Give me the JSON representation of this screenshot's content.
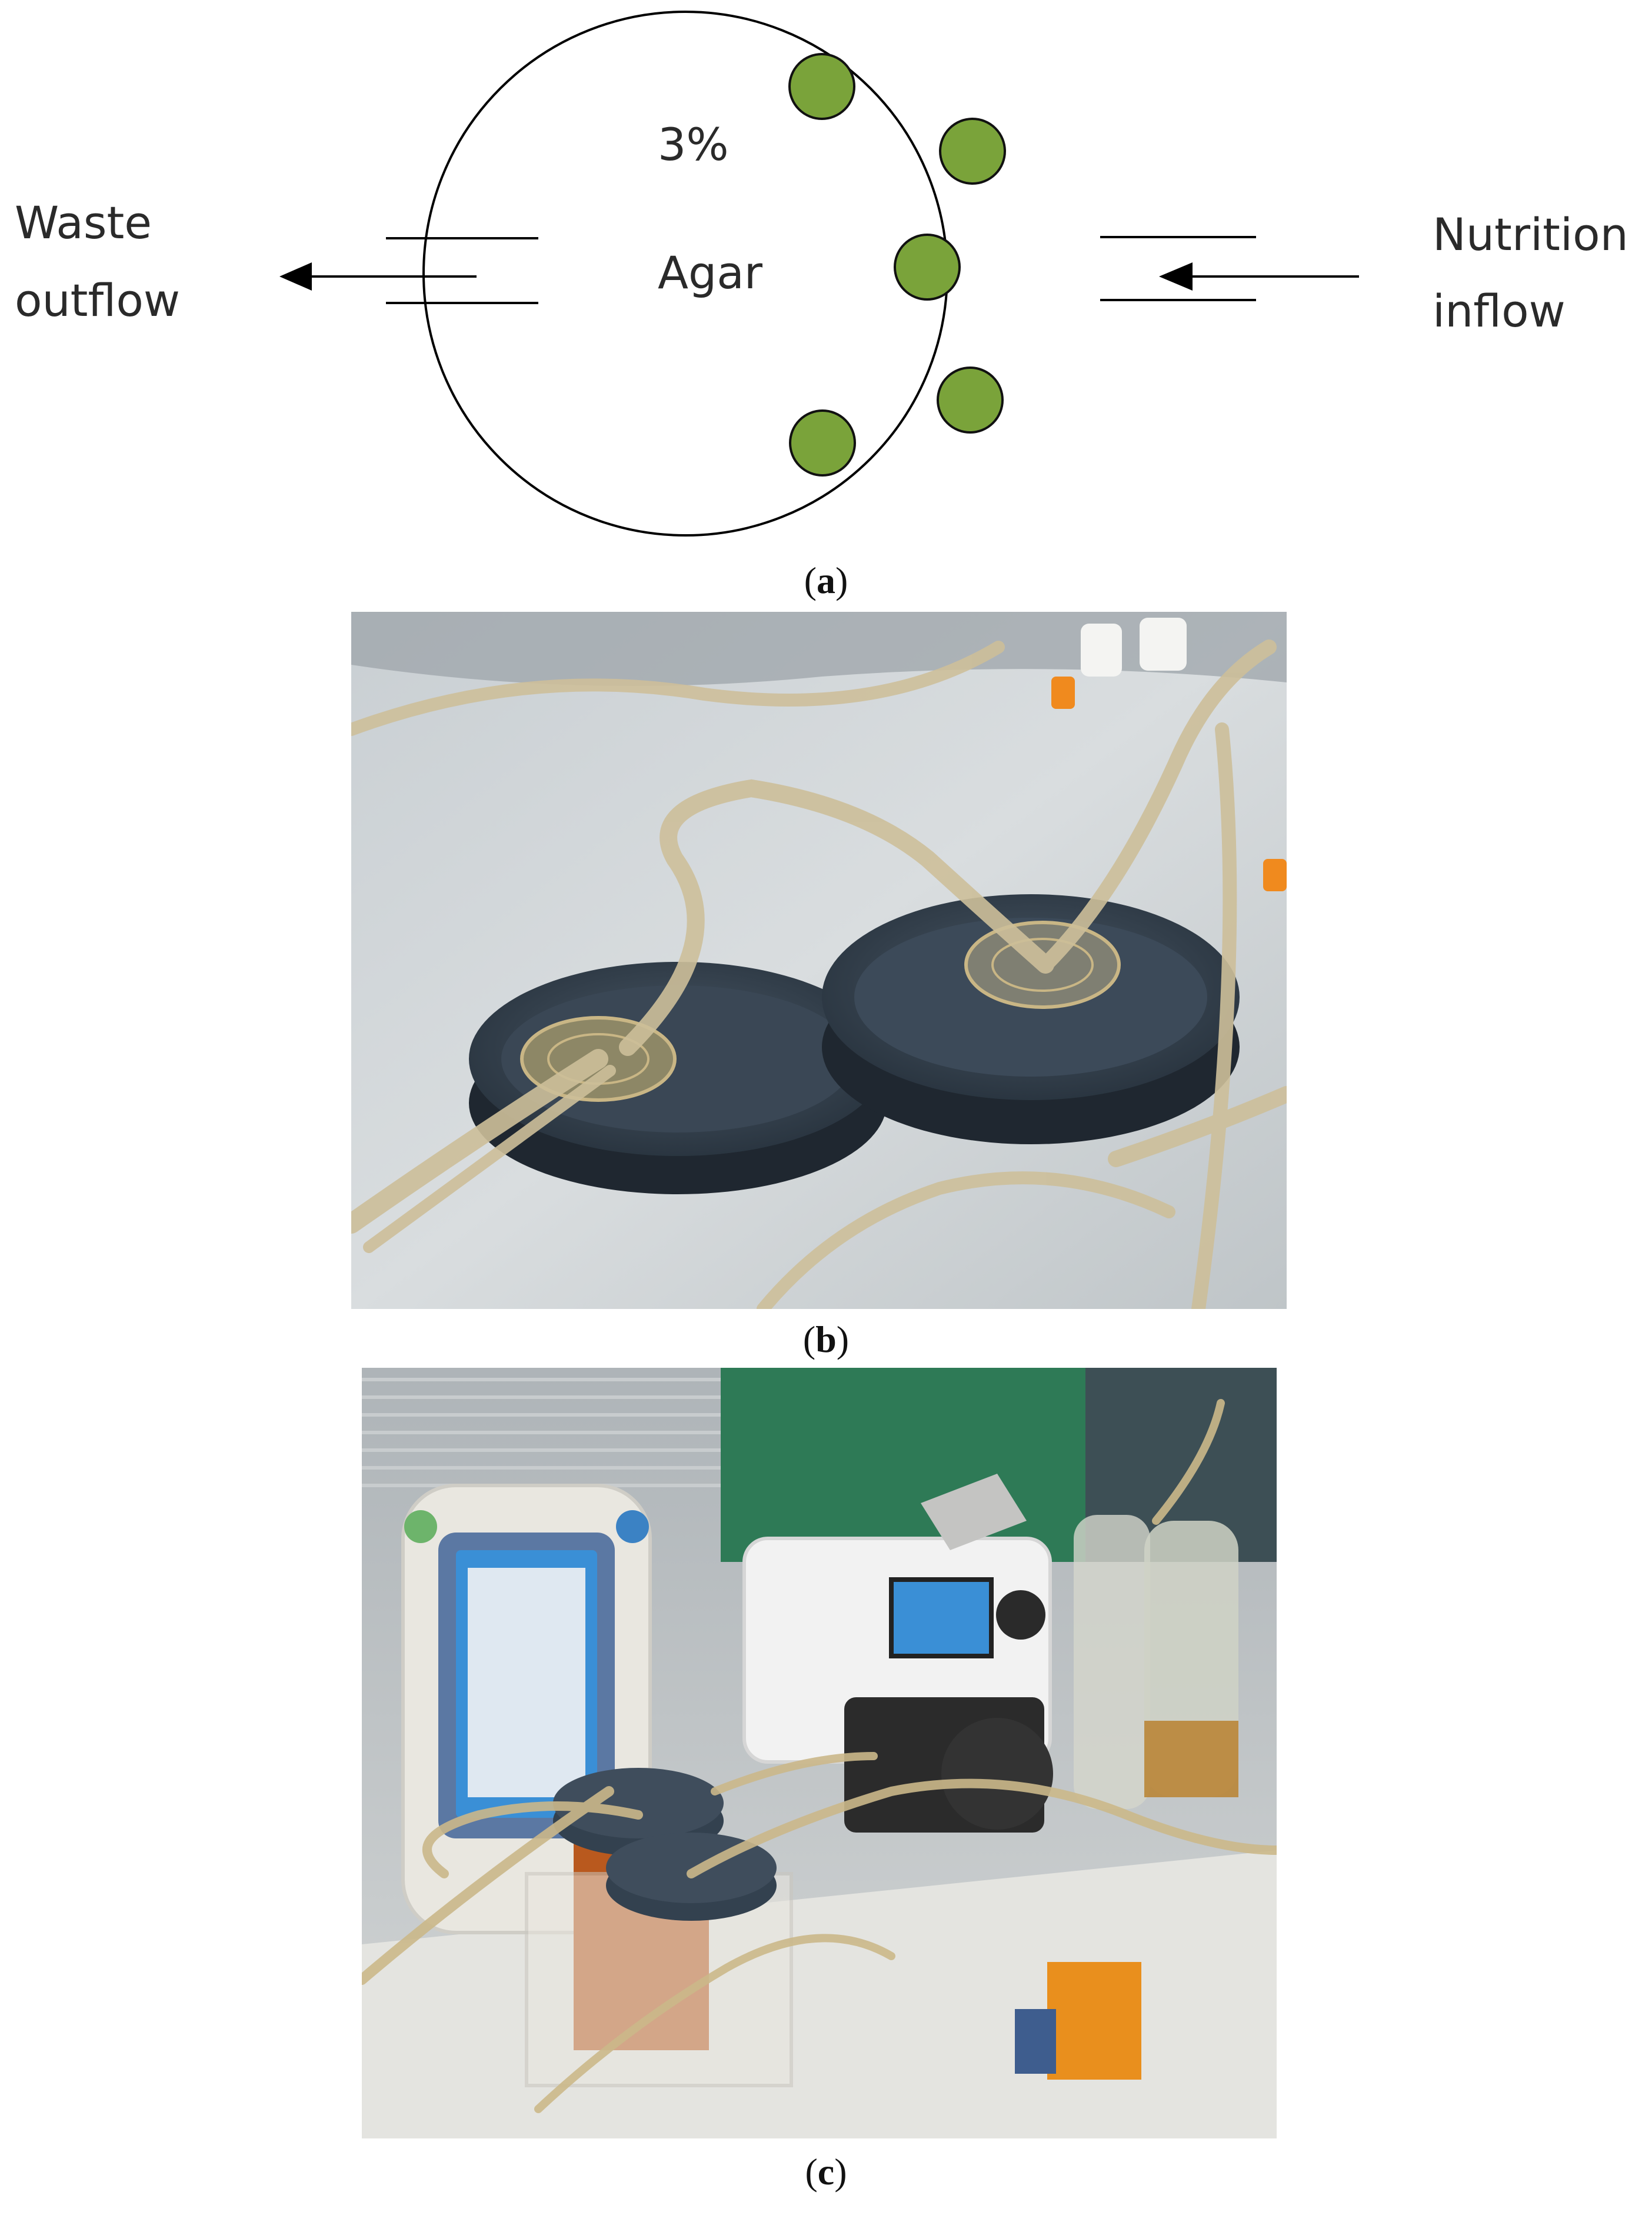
{
  "panel_a": {
    "agar_percent": "3%",
    "agar_label": "Agar",
    "left_label_line1": "Waste",
    "left_label_line2": "outflow",
    "right_label_line1": "Nutrition",
    "right_label_line2": "inflow",
    "colony_color": "#7aa33a",
    "colony_count": 5
  },
  "captions": {
    "a": "a",
    "b": "b",
    "c": "c"
  },
  "colors": {
    "dish_outline": "#000000",
    "photo_bench": "#d8dcdc",
    "dish_fabric": "#33414f",
    "pump_body": "#f2f2f2",
    "screen_blue": "#3a8fd6"
  }
}
